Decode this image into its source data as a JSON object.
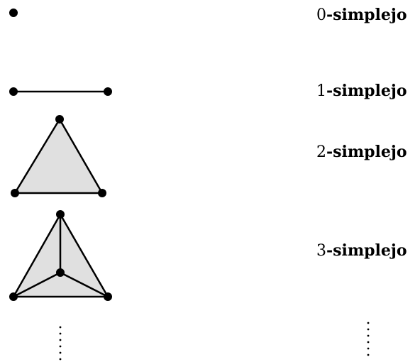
{
  "colors": {
    "stroke": "#000000",
    "fill": "#e0e0e0",
    "vertex": "#000000"
  },
  "simplices": [
    {
      "dimension": "0",
      "suffix": "-simplejo"
    },
    {
      "dimension": "1",
      "suffix": "-simplejo"
    },
    {
      "dimension": "2",
      "suffix": "-simplejo"
    },
    {
      "dimension": "3",
      "suffix": "-simplejo"
    }
  ],
  "continuation": "⋮"
}
